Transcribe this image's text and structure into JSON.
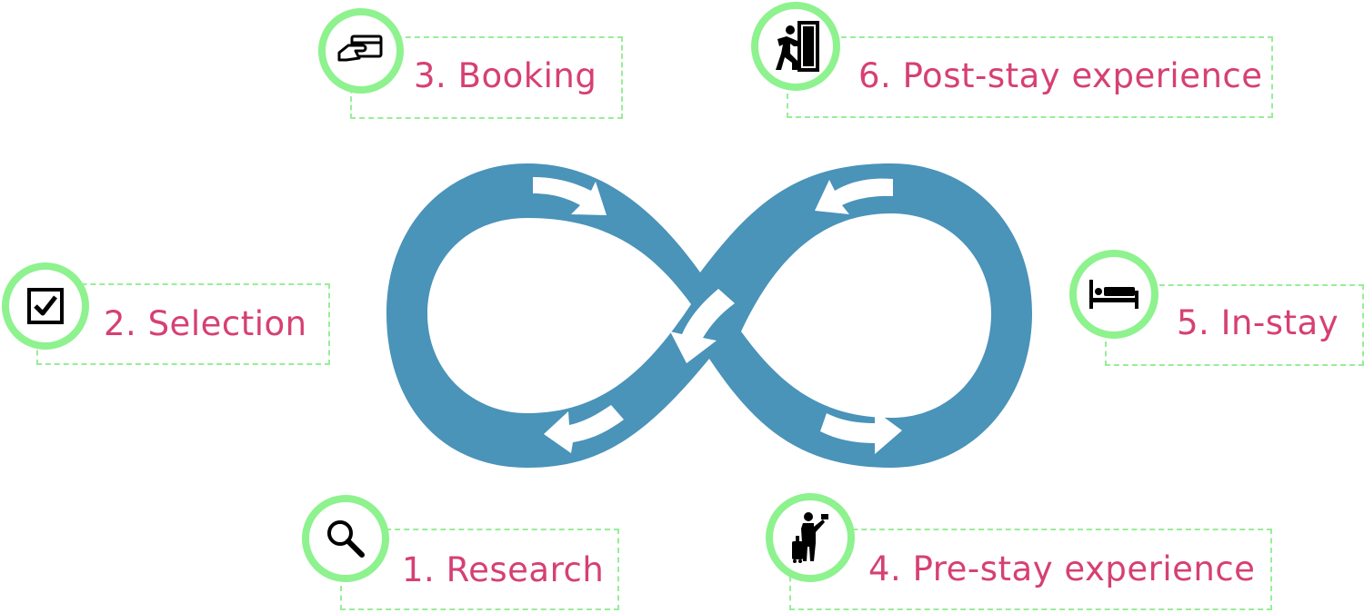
{
  "diagram": {
    "loop_color": "#4a93b9",
    "arrow_color": "#ffffff",
    "accent_label_color": "#d64074",
    "accent_ring_color": "#8ef28e",
    "box_border_color": "#98ee98"
  },
  "steps": [
    {
      "label": "1. Research",
      "icon": "magnifier-icon"
    },
    {
      "label": "2. Selection",
      "icon": "checkbox-icon"
    },
    {
      "label": "3. Booking",
      "icon": "card-in-hand-icon"
    },
    {
      "label": "4. Pre-stay experience",
      "icon": "traveler-with-luggage-icon"
    },
    {
      "label": "5. In-stay",
      "icon": "bed-icon"
    },
    {
      "label": "6. Post-stay experience",
      "icon": "person-leaving-door-icon"
    }
  ]
}
